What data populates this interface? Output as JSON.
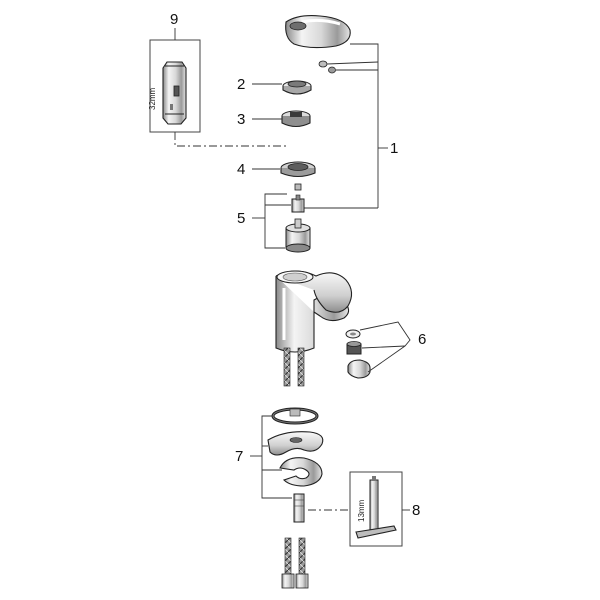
{
  "callouts": {
    "c1": "1",
    "c2": "2",
    "c3": "3",
    "c4": "4",
    "c5": "5",
    "c6": "6",
    "c7": "7",
    "c8": "8",
    "c9": "9"
  },
  "tools": {
    "wrench_dimension": "32mm",
    "key_dimension": "13mm"
  },
  "colors": {
    "line": "#333333",
    "metal_light": "#f4f4f4",
    "metal_mid": "#bdbdbd",
    "metal_dark": "#6e6e6e"
  }
}
